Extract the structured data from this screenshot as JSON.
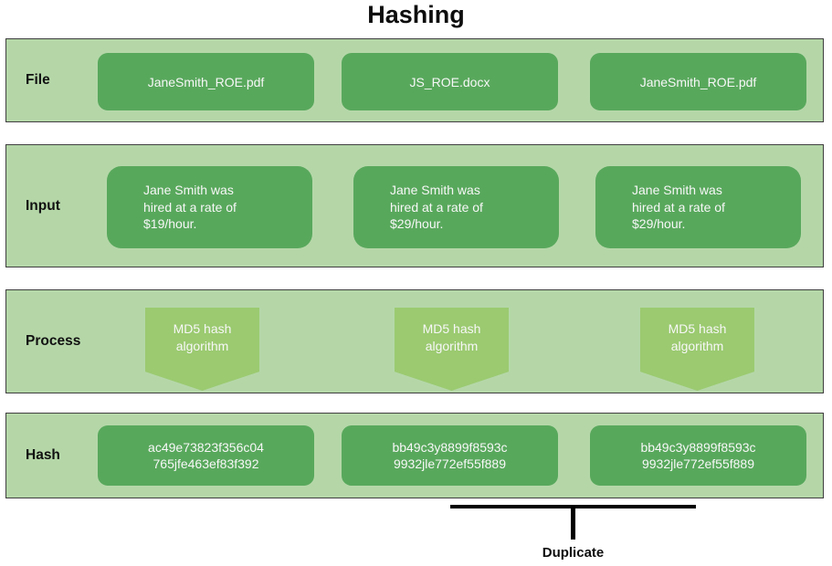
{
  "title": "Hashing",
  "colors": {
    "row_background": "#b5d7a8",
    "node_green": "#58a85c",
    "pennant_green": "#9bca70",
    "row_border": "#3f3f3f",
    "node_text": "#f7f7f7",
    "label_text": "#111111",
    "bracket": "#000000"
  },
  "rows": [
    {
      "label": "File",
      "items": [
        "JaneSmith_ROE.pdf",
        "JS_ROE.docx",
        "JaneSmith_ROE.pdf"
      ]
    },
    {
      "label": "Input",
      "items": [
        "Jane Smith was\nhired at a rate of\n$19/hour.",
        "Jane Smith was\nhired at a rate of\n$29/hour.",
        "Jane Smith was\nhired at a rate of\n$29/hour."
      ]
    },
    {
      "label": "Process",
      "items": [
        "MD5 hash\nalgorithm",
        "MD5 hash\nalgorithm",
        "MD5 hash\nalgorithm"
      ]
    },
    {
      "label": "Hash",
      "items": [
        "ac49e73823f356c04\n765jfe463ef83f392",
        "bb49c3y8899f8593c\n9932jle772ef55f889",
        "bb49c3y8899f8593c\n9932jle772ef55f889"
      ]
    }
  ],
  "annotation": {
    "duplicate_label": "Duplicate"
  }
}
